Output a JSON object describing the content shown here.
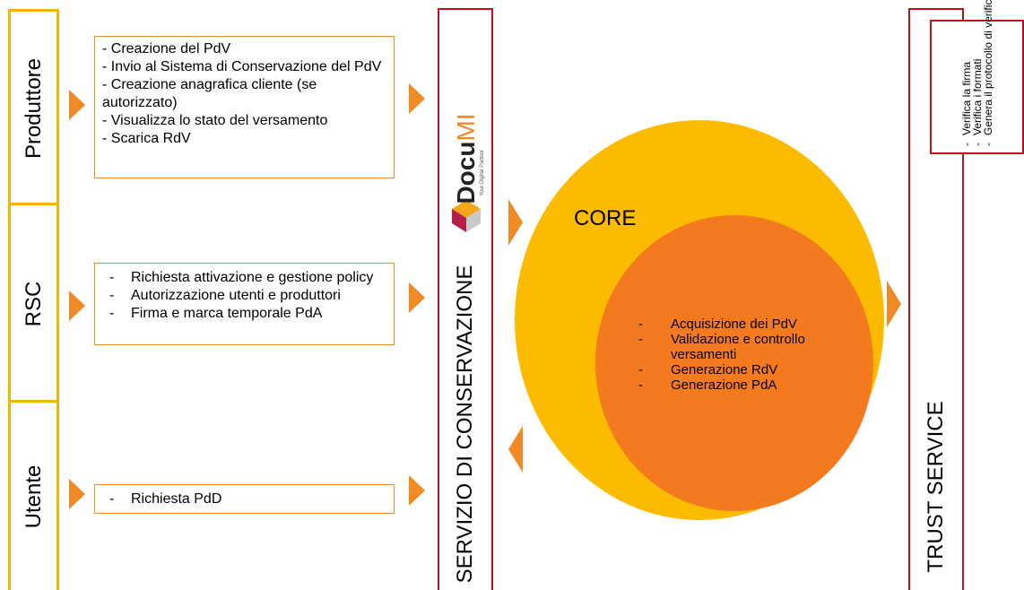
{
  "roles": [
    {
      "label": "Produttore"
    },
    {
      "label": "RSC"
    },
    {
      "label": "Utente"
    }
  ],
  "produttore_box": {
    "items": [
      "- Creazione del PdV",
      "- Invio al Sistema di Conservazione del PdV",
      "- Creazione anagrafica cliente (se autorizzato)",
      "- Visualizza lo stato del versamento",
      "- Scarica RdV"
    ]
  },
  "rsc_box": {
    "items": [
      "Richiesta attivazione e gestione policy",
      "Autorizzazione utenti e produttori",
      "Firma e marca temporale PdA"
    ]
  },
  "utente_box": {
    "items": [
      "Richiesta PdD"
    ]
  },
  "dash": "-",
  "conservazione": {
    "label": "SERVIZIO DI CONSERVAZIONE"
  },
  "logo": {
    "text_main": "Docu",
    "text_accent": "MI",
    "tagline": "Your Digital Partner"
  },
  "core": {
    "label": "CORE",
    "items": [
      "Acquisizione dei PdV",
      "Validazione e controllo versamenti",
      "Generazione RdV",
      "Generazione PdA"
    ]
  },
  "trust": {
    "label": "TRUST SERVICE",
    "items": [
      "Verifica la firma",
      "Verifica i formati",
      "Genera il protocollo di verifica firma"
    ]
  },
  "colors": {
    "role_border": "#f4b400",
    "box_border": "#f08a24",
    "red": "#c0101a",
    "core_outer": "#fdbb00",
    "core_inner": "#f47a20"
  }
}
